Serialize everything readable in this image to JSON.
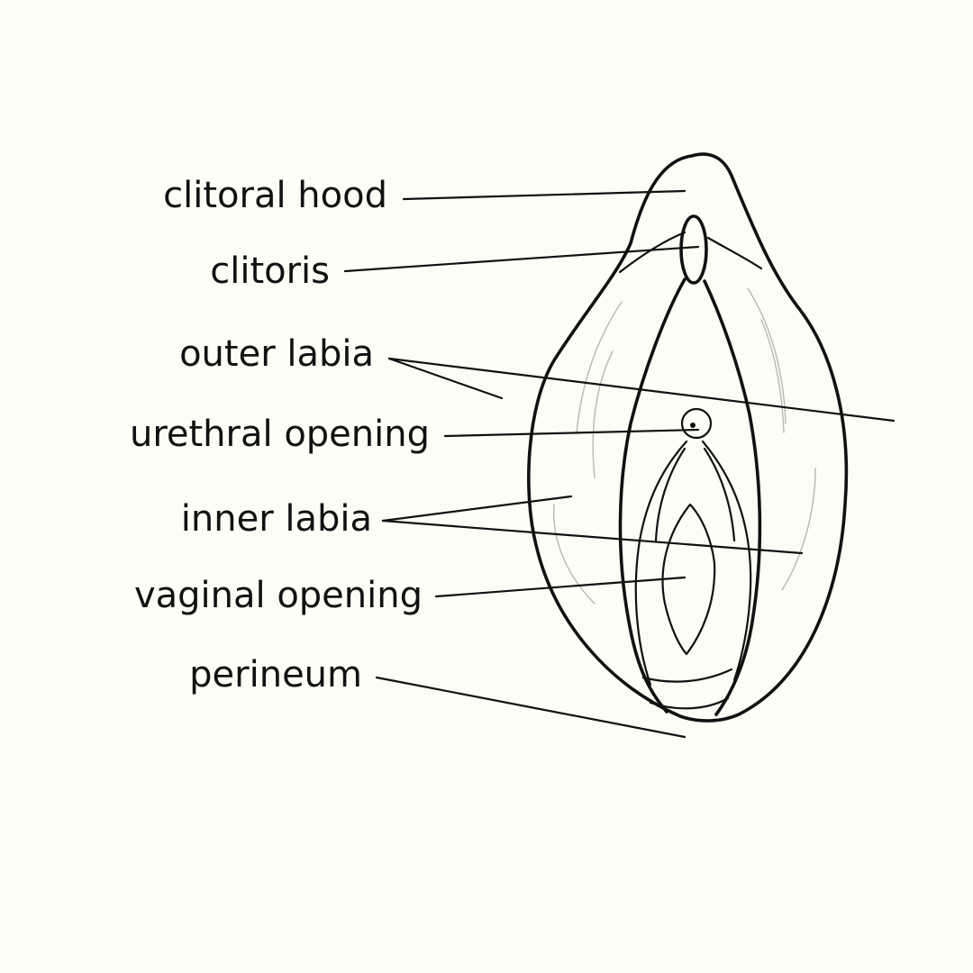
{
  "labels": {
    "clitoral_hood": "clitoral hood",
    "clitoris": "clitoris",
    "outer_labia": "outer labia",
    "urethral_opening": "urethral opening",
    "inner_labia": "inner labia",
    "vaginal_opening": "vaginal opening",
    "perineum": "perineum"
  },
  "colors": {
    "background": "#fdfdf5",
    "ink": "#111111"
  }
}
